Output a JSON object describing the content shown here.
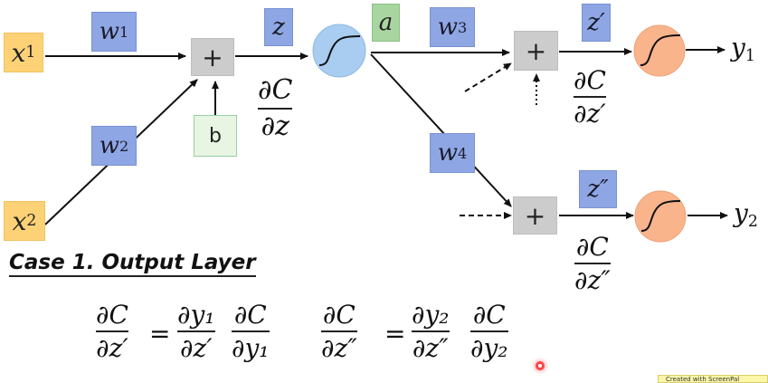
{
  "diagram": {
    "inputs": [
      {
        "symbol": "x",
        "sub": "1"
      },
      {
        "symbol": "x",
        "sub": "2"
      }
    ],
    "weights": [
      {
        "symbol": "w",
        "sub": "1"
      },
      {
        "symbol": "w",
        "sub": "2"
      },
      {
        "symbol": "w",
        "sub": "3"
      },
      {
        "symbol": "w",
        "sub": "4"
      }
    ],
    "bias": "b",
    "sum_symbol": "+",
    "hidden": {
      "z_label": "z",
      "activation_label": "a",
      "grad_num": "∂C",
      "grad_den": "∂z",
      "color": "#a9cdf0"
    },
    "output_nodes": [
      {
        "z_label": "z′",
        "grad_num": "∂C",
        "grad_den": "∂z′",
        "y_symbol": "y",
        "y_sub": "1"
      },
      {
        "z_label": "z″",
        "grad_num": "∂C",
        "grad_den": "∂z″",
        "y_symbol": "y",
        "y_sub": "2"
      }
    ],
    "output_color": "#f9b48c"
  },
  "section": {
    "heading": "Case 1. Output Layer"
  },
  "equations": [
    {
      "lhs_num": "∂C",
      "lhs_den": "∂z′",
      "equals": "=",
      "t1_num": "∂y₁",
      "t1_den": "∂z′",
      "t2_num": "∂C",
      "t2_den": "∂y₁"
    },
    {
      "lhs_num": "∂C",
      "lhs_den": "∂z″",
      "equals": "=",
      "t1_num": "∂y₂",
      "t1_den": "∂z″",
      "t2_num": "∂C",
      "t2_den": "∂y₂"
    }
  ],
  "overlay": {
    "tooltip_text": "Created with ScreenPal"
  }
}
